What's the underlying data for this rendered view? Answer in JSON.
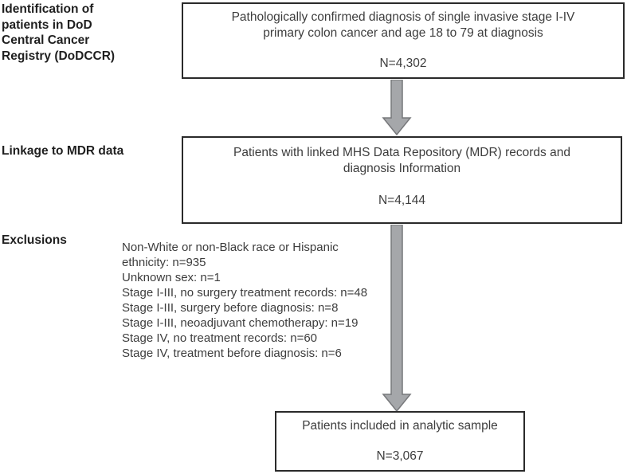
{
  "diagram": {
    "type": "patient-flowchart",
    "colors": {
      "background": "#ffffff",
      "box_border": "#2a2a2a",
      "box_fill": "#ffffff",
      "arrow_fill": "#a5a7aa",
      "arrow_stroke": "#77787b",
      "text": "#3d3d3d"
    }
  },
  "stage_labels": {
    "identification": "Identification of\npatients in DoD\nCentral Cancer\nRegistry (DoDCCR)",
    "linkage": "Linkage to MDR data",
    "exclusions": "Exclusions"
  },
  "boxes": {
    "registry": {
      "text": "Pathologically confirmed diagnosis of single invasive stage I-IV\nprimary colon cancer and age 18 to 79 at diagnosis",
      "n": "N=4,302"
    },
    "linkage": {
      "text": "Patients with linked MHS Data Repository (MDR) records and\ndiagnosis Information",
      "n": "N=4,144"
    },
    "analytic": {
      "text": "Patients included in analytic sample",
      "n": "N=3,067"
    }
  },
  "exclusion_items": [
    "Non-White or non-Black race or Hispanic\nethnicity: n=935",
    "Unknown sex: n=1",
    "Stage I-III, no surgery treatment records: n=48",
    "Stage I-III, surgery before diagnosis: n=8",
    "Stage I-III, neoadjuvant chemotherapy: n=19",
    "Stage IV, no treatment records: n=60",
    "Stage IV, treatment before diagnosis: n=6"
  ]
}
